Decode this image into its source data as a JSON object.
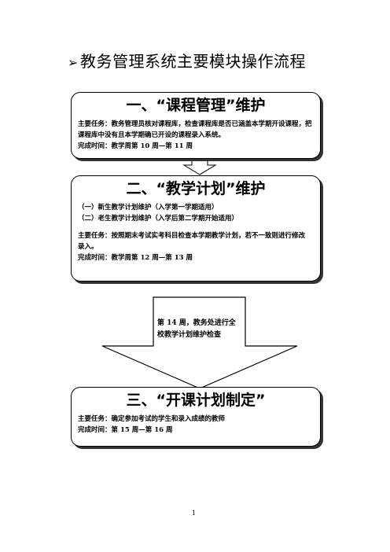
{
  "heading": {
    "arrow": "➢",
    "text": "教务管理系统主要模块操作流程"
  },
  "box1": {
    "title": "一、“课程管理”维护",
    "task_line1": "主要任务：教务管理员核对课程库，检查课程库是否已涵盖本学期开设课程，把",
    "task_line2": "课程库中没有且本学期确已开设的课程录入系统。",
    "time": "完成时间：教学周第 10 周—第 11 周"
  },
  "box2": {
    "title": "二、“教学计划”维护",
    "item1": "（一）新生教学计划维护（入学第一学期适用）",
    "item2": "（二）老生教学计划维护（入学后第二学期开始适用）",
    "task_line1": "主要任务：按照期末考试实考科目检查本学期教学计划，若不一致则进行修改",
    "task_line2": "录入。",
    "time": "完成时间：教学周第 12 周—第 13 周"
  },
  "callout": {
    "line1": "第 14 周，教务处进行全",
    "line2": "校教学计划维护检查"
  },
  "box3": {
    "title": "三、“开课计划制定”",
    "task": "主要任务：确定参加考试的学生和录入成绩的教师",
    "time": "完成时间：第 15 周—第 16 周"
  },
  "page_number": "1"
}
